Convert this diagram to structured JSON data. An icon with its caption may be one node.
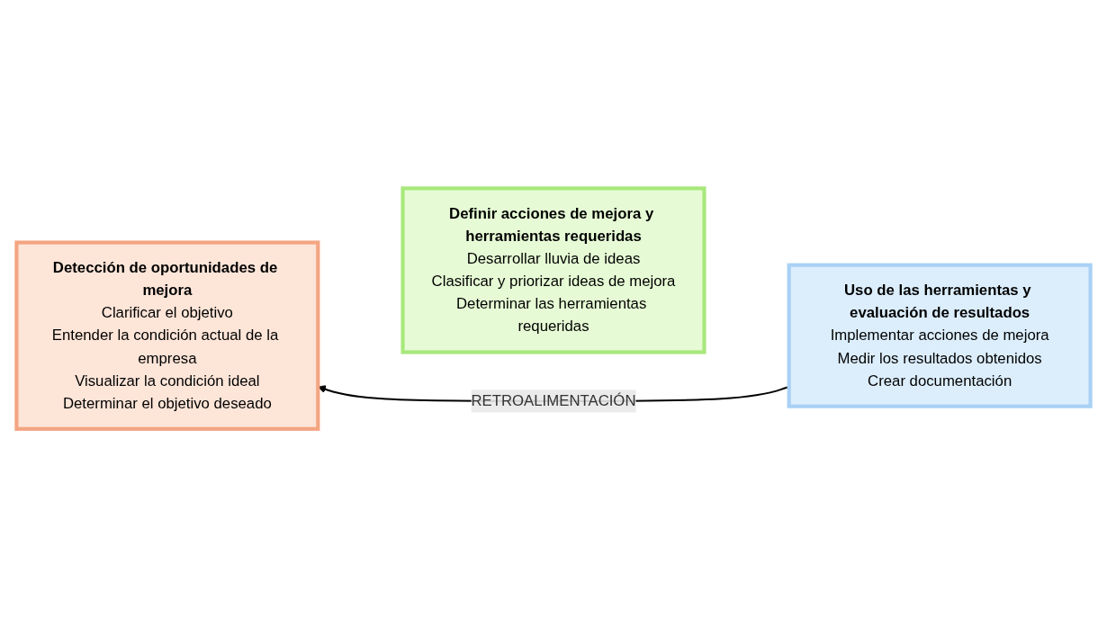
{
  "diagram": {
    "nodes": [
      {
        "text": [
          "Detección de oportunidades de mejora",
          "Clarificar el objetivo",
          "Entender la condición actual de la empresa",
          "Visualizar la condición ideal",
          "Determinar el objetivo deseado"
        ]
      },
      {
        "text": [
          "Definir acciones de mejora y herramientas requeridas",
          "Desarrollar lluvia de ideas",
          "Clasificar y priorizar ideas de mejora",
          "Determinar las herramientas requeridas"
        ]
      },
      {
        "text": [
          "Uso de las herramientas y evaluación de resultados",
          "Implementar acciones de mejora",
          "Medir los resultados obtenidos",
          "Crear documentación"
        ]
      }
    ],
    "edges": [
      {
        "from": 2,
        "to": 0,
        "arrow": "to",
        "label": "RETROALIMENTACIÓN"
      }
    ]
  }
}
